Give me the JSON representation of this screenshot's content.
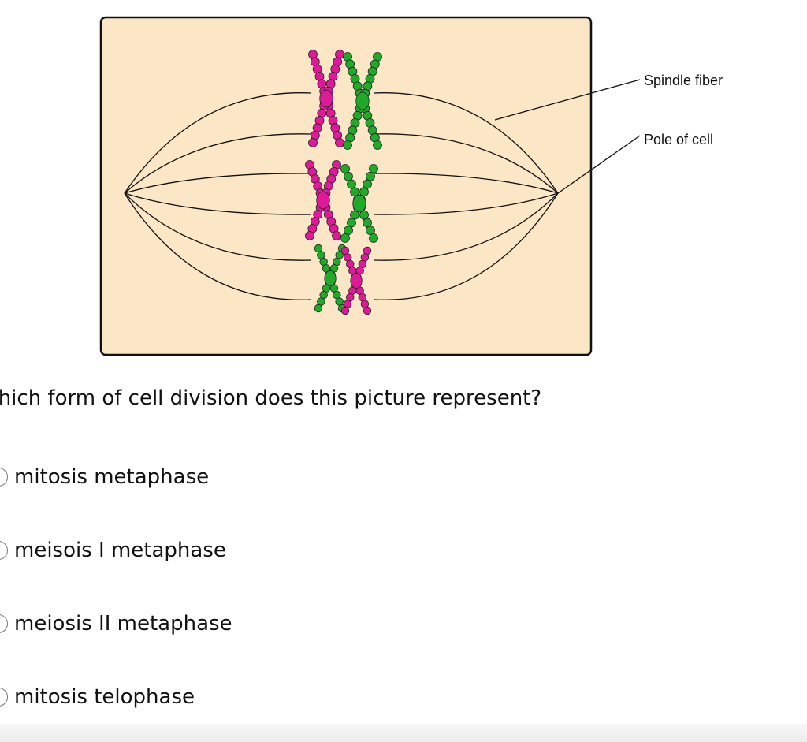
{
  "diagram": {
    "labels": {
      "spindle_fiber": "Spindle fiber",
      "pole_of_cell": "Pole of cell"
    },
    "colors": {
      "background": "#fbe6c6",
      "chromosome_a": "#e0199a",
      "chromosome_b": "#1faa2a"
    }
  },
  "question": {
    "text": "Which form of cell division does this picture represent?",
    "options": [
      {
        "label": "mitosis metaphase"
      },
      {
        "label": "meisois I metaphase"
      },
      {
        "label": "meiosis II metaphase"
      },
      {
        "label": "mitosis telophase"
      }
    ]
  }
}
